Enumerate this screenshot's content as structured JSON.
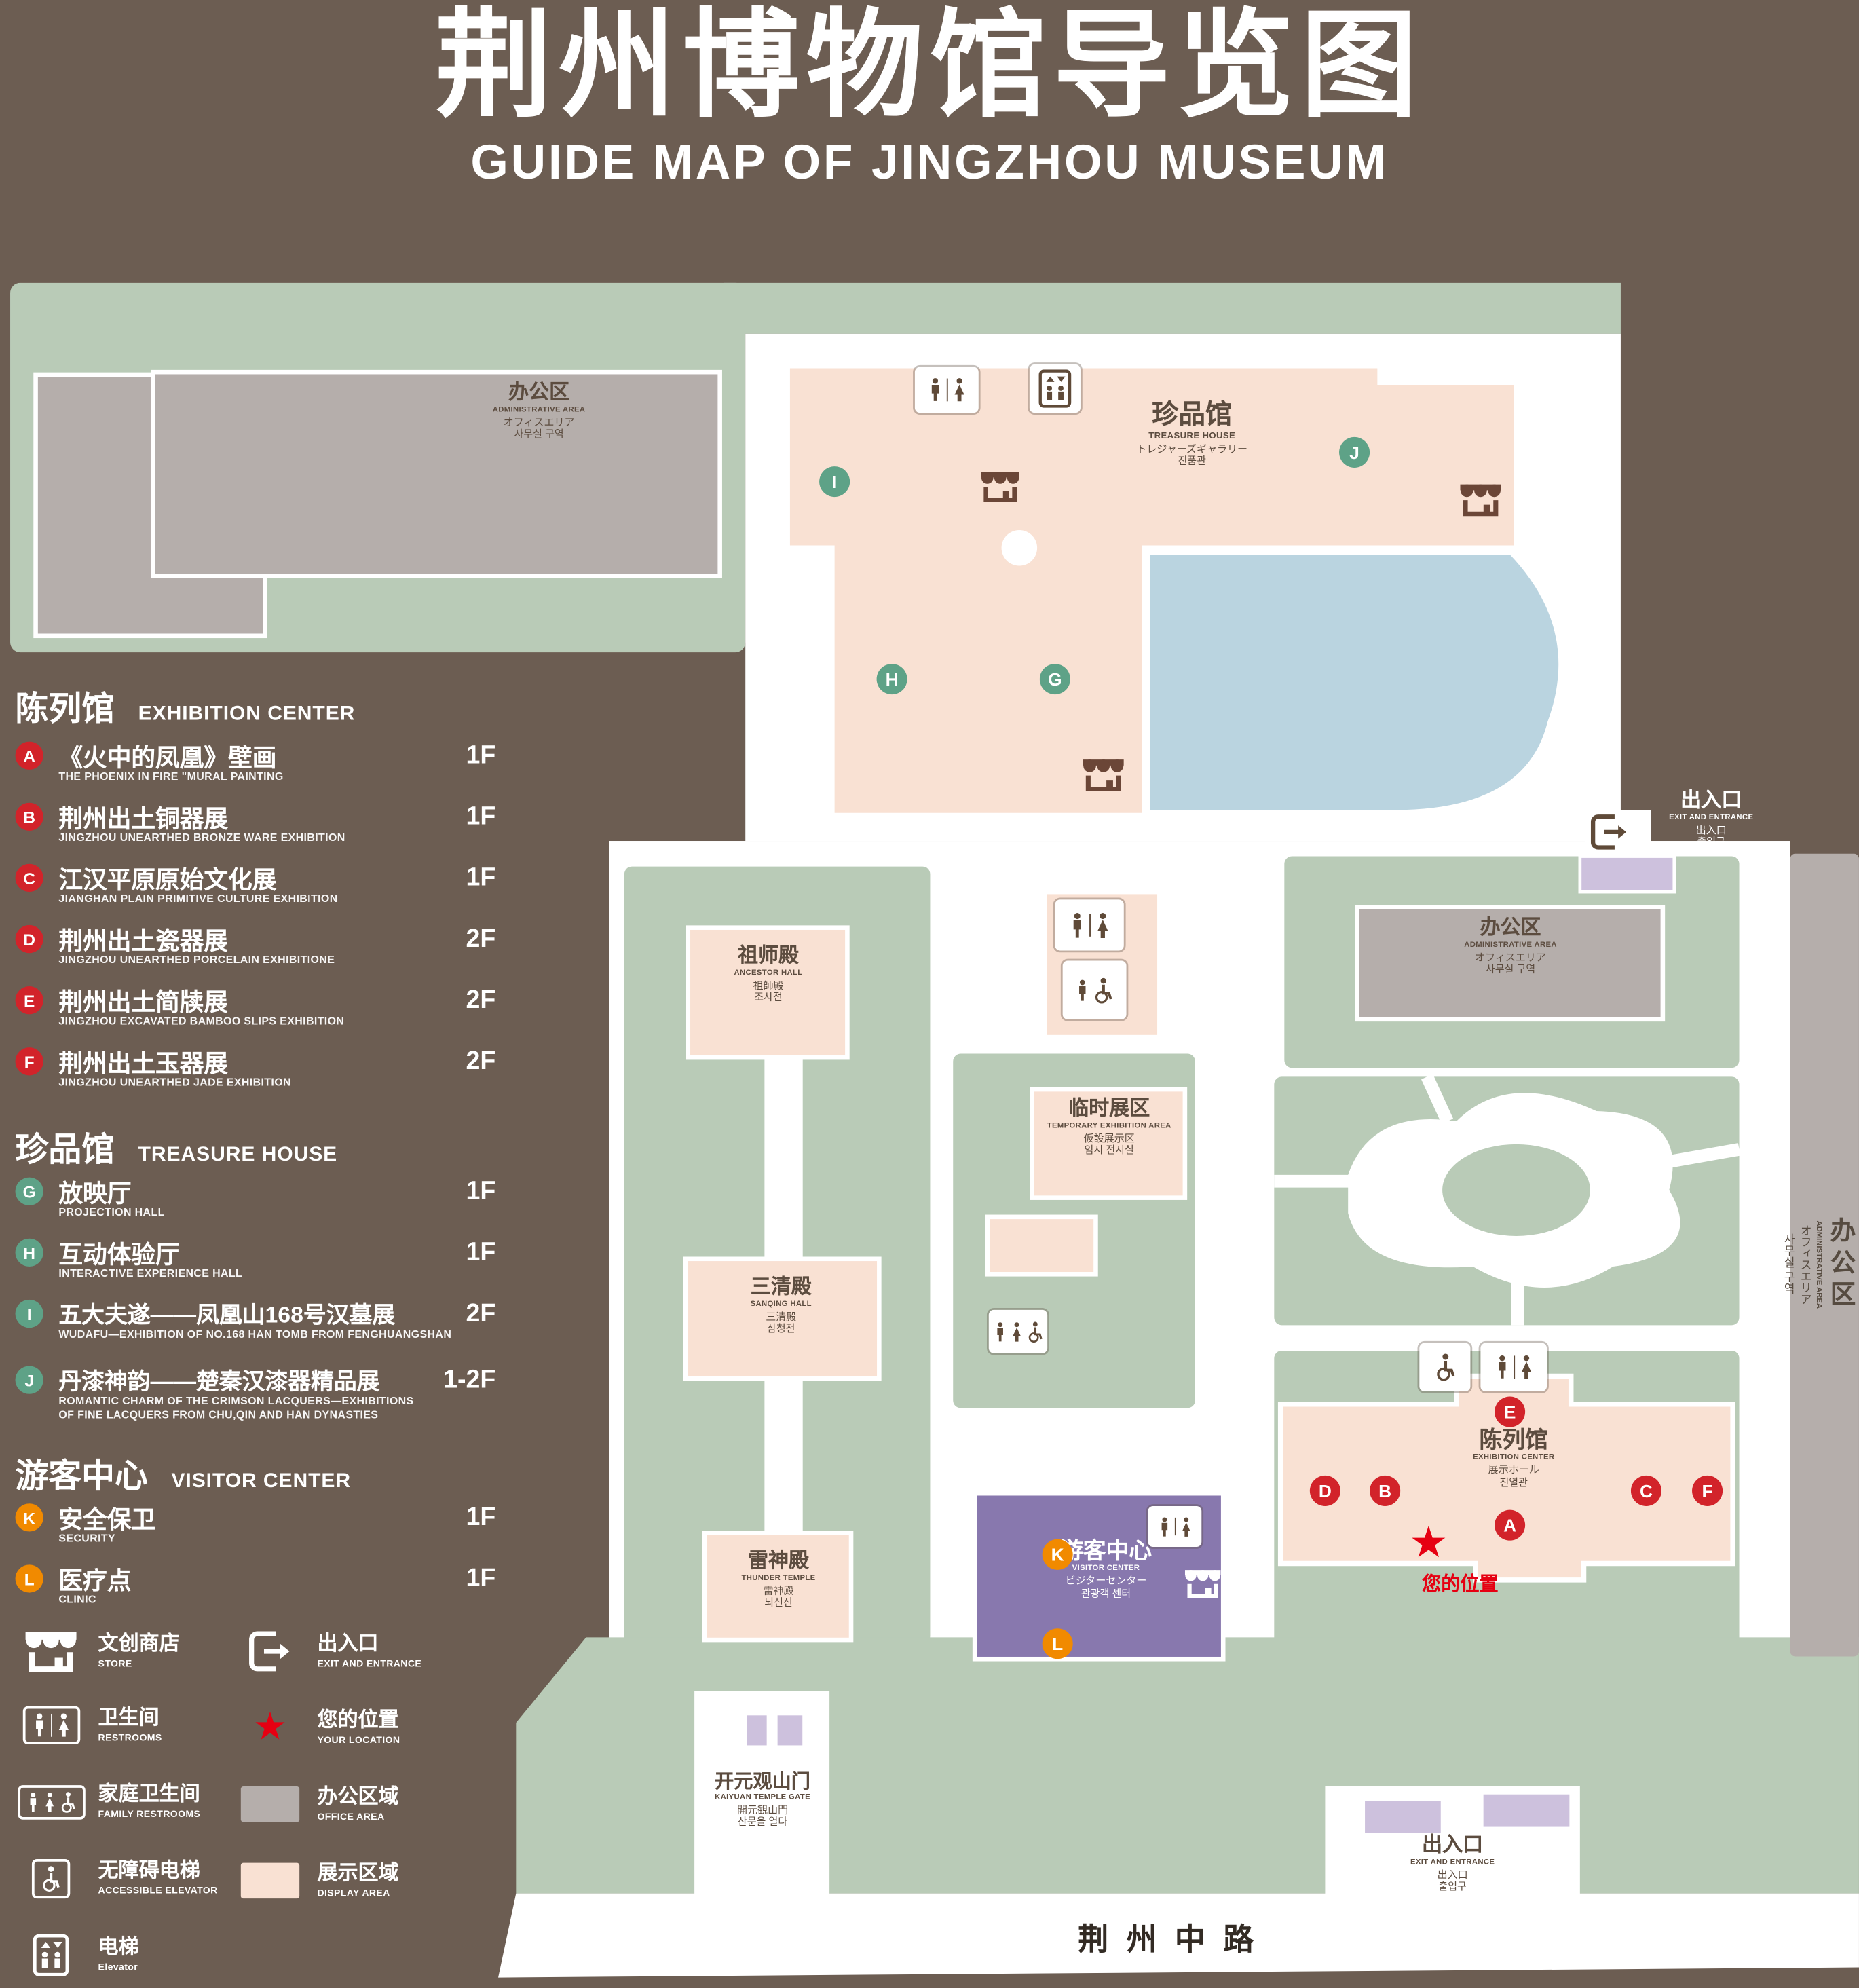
{
  "header": {
    "title": "荆州博物馆导览图",
    "subtitle": "GUIDE MAP OF JINGZHOU MUSEUM"
  },
  "colors": {
    "background": "#6c5d52",
    "ground_green": "#b9cbb7",
    "display_area_pink": "#f9e1d3",
    "office_gray": "#b5aeab",
    "lake_blue": "#bad4e0",
    "visitor_purple": "#8878ae",
    "entrance_lavender": "#cdc1dd",
    "marker_red": "#d2232a",
    "marker_green": "#5ea287",
    "marker_orange": "#f18a00",
    "location_red": "#e60012"
  },
  "legend": {
    "sections": [
      {
        "zh": "陈列馆",
        "en": "EXHIBITION CENTER",
        "items": [
          {
            "letter": "A",
            "name": "《火中的凤凰》壁画",
            "sub": "THE PHOENIX IN FIRE \"MURAL PAINTING",
            "floor": "1F"
          },
          {
            "letter": "B",
            "name": "荆州出土铜器展",
            "sub": "JINGZHOU UNEARTHED BRONZE WARE EXHIBITION",
            "floor": "1F"
          },
          {
            "letter": "C",
            "name": "江汉平原原始文化展",
            "sub": "JIANGHAN PLAIN PRIMITIVE CULTURE EXHIBITION",
            "floor": "1F"
          },
          {
            "letter": "D",
            "name": "荆州出土瓷器展",
            "sub": "JINGZHOU UNEARTHED PORCELAIN EXHIBITIONE",
            "floor": "2F"
          },
          {
            "letter": "E",
            "name": "荆州出土简牍展",
            "sub": "JINGZHOU EXCAVATED BAMBOO SLIPS EXHIBITION",
            "floor": "2F"
          },
          {
            "letter": "F",
            "name": "荆州出土玉器展",
            "sub": "JINGZHOU UNEARTHED JADE EXHIBITION",
            "floor": "2F"
          }
        ]
      },
      {
        "zh": "珍品馆",
        "en": "TREASURE HOUSE",
        "items": [
          {
            "letter": "G",
            "name": "放映厅",
            "sub": "PROJECTION HALL",
            "floor": "1F"
          },
          {
            "letter": "H",
            "name": "互动体验厅",
            "sub": "INTERACTIVE EXPERIENCE HALL",
            "floor": "1F"
          },
          {
            "letter": "I",
            "name": "五大夫遂——凤凰山168号汉墓展",
            "sub": "WUDAFU—EXHIBITION OF NO.168 HAN TOMB FROM FENGHUANGSHAN",
            "floor": "2F"
          },
          {
            "letter": "J",
            "name": "丹漆神韵——楚秦汉漆器精品展",
            "sub": "ROMANTIC CHARM OF THE CRIMSON LACQUERS—EXHIBITIONS\nOF FINE LACQUERS FROM CHU,QIN AND HAN DYNASTIES",
            "floor": "1-2F"
          }
        ]
      },
      {
        "zh": "游客中心",
        "en": "VISITOR CENTER",
        "items": [
          {
            "letter": "K",
            "name": "安全保卫",
            "sub": "SECURITY",
            "floor": "1F"
          },
          {
            "letter": "L",
            "name": "医疗点",
            "sub": "CLINIC",
            "floor": "1F"
          }
        ]
      }
    ],
    "symbols": [
      {
        "zh": "文创商店",
        "en": "STORE"
      },
      {
        "zh": "卫生间",
        "en": "RESTROOMS"
      },
      {
        "zh": "家庭卫生间",
        "en": "FAMILY RESTROOMS"
      },
      {
        "zh": "无障碍电梯",
        "en": "ACCESSIBLE ELEVATOR"
      },
      {
        "zh": "电梯",
        "en": "Elevator"
      },
      {
        "zh": "出入口",
        "en": "EXIT AND ENTRANCE"
      },
      {
        "zh": "您的位置",
        "en": "YOUR LOCATION"
      },
      {
        "zh": "办公区域",
        "en": "OFFICE AREA"
      },
      {
        "zh": "展示区域",
        "en": "DISPLAY AREA"
      }
    ]
  },
  "map": {
    "buildings": {
      "admin": {
        "zh": "办公区",
        "en": "ADMINISTRATIVE AREA",
        "ja": "オフィスエリア",
        "ko": "사무실 구역"
      },
      "treasure_house": {
        "zh": "珍品馆",
        "en": "TREASURE HOUSE",
        "ja": "トレジャーズギャラリー",
        "ko": "진품관"
      },
      "ancestor_hall": {
        "zh": "祖师殿",
        "en": "ANCESTOR HALL",
        "ja": "祖師殿",
        "ko": "조사전"
      },
      "temporary_exhibition": {
        "zh": "临时展区",
        "en": "TEMPORARY EXHIBITION AREA",
        "ja": "仮設展示区",
        "ko": "임시 전시실"
      },
      "sanqing_hall": {
        "zh": "三清殿",
        "en": "SANQING HALL",
        "ja": "三清殿",
        "ko": "삼청전"
      },
      "thunder_temple": {
        "zh": "雷神殿",
        "en": "THUNDER TEMPLE",
        "ja": "雷神殿",
        "ko": "뇌신전"
      },
      "visitor_center": {
        "zh": "游客中心",
        "en": "VISITOR CENTER",
        "ja": "ビジターセンター",
        "ko": "관광객 센터"
      },
      "exhibition_center": {
        "zh": "陈列馆",
        "en": "EXHIBITION CENTER",
        "ja": "展示ホール",
        "ko": "진열관"
      },
      "kaiyuan_gate": {
        "zh": "开元观山门",
        "en": "KAIYUAN TEMPLE GATE",
        "ja": "開元観山門",
        "ko": "산문을 열다"
      }
    },
    "exit": {
      "zh": "出入口",
      "en": "EXIT AND ENTRANCE",
      "ja": "出入口",
      "ko": "출입구"
    },
    "your_location": "您的位置",
    "road": "荆州中路",
    "markers": {
      "A": "A",
      "B": "B",
      "C": "C",
      "D": "D",
      "E": "E",
      "F": "F",
      "G": "G",
      "H": "H",
      "I": "I",
      "J": "J",
      "K": "K",
      "L": "L"
    }
  }
}
